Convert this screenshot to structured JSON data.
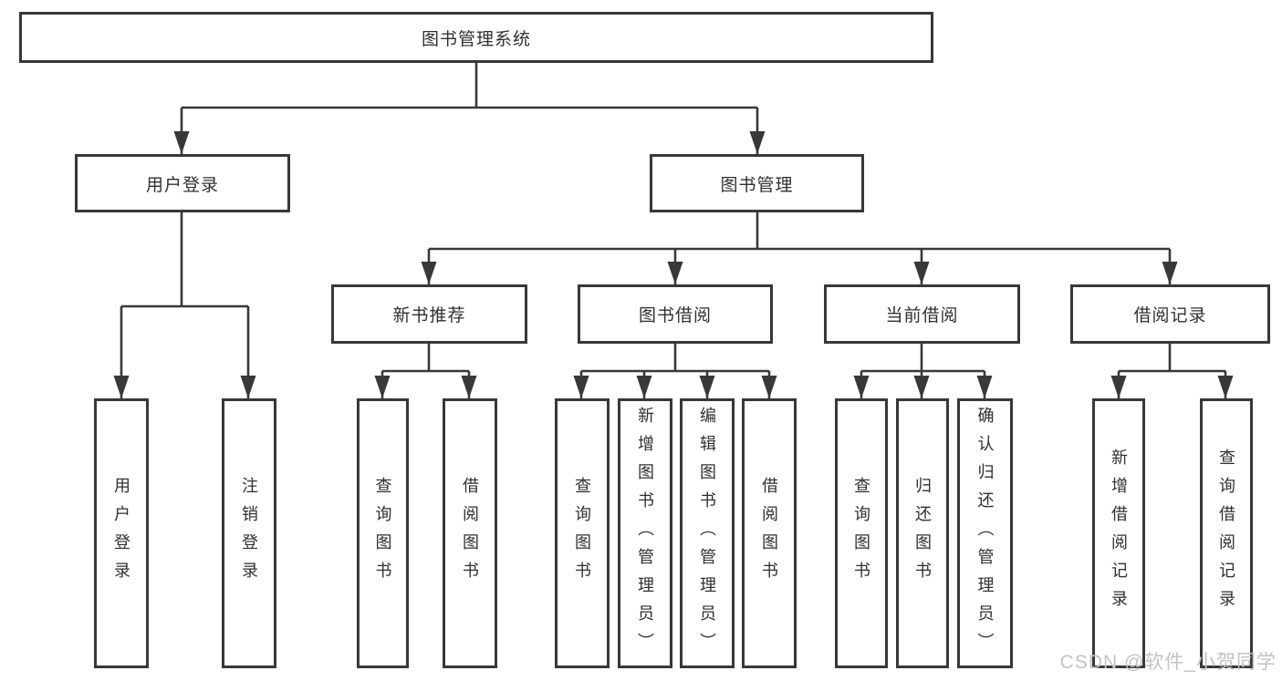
{
  "diagram": {
    "title": "图书管理系统",
    "level2": {
      "user_login": "用户登录",
      "book_mgmt": "图书管理"
    },
    "level3": {
      "new_books": "新书推荐",
      "book_borrow": "图书借阅",
      "current_borrow": "当前借阅",
      "borrow_records": "借阅记录"
    },
    "leaves": {
      "user": [
        "用户登录",
        "注销登录"
      ],
      "new_books": [
        "查询图书",
        "借阅图书"
      ],
      "book_borrow": [
        "查询图书",
        "新增图书（管理员）",
        "编辑图书（管理员）",
        "借阅图书"
      ],
      "current_borrow": [
        "查询图书",
        "归还图书",
        "确认归还（管理员）"
      ],
      "borrow_records": [
        "新增借阅记录",
        "查询借阅记录"
      ]
    }
  },
  "watermark": "CSDN @软件_小贺同学",
  "colors": {
    "line": "#383838",
    "box_border": "#383838",
    "text": "#303030",
    "watermark": "#c3c3c3",
    "background": "#ffffff"
  }
}
